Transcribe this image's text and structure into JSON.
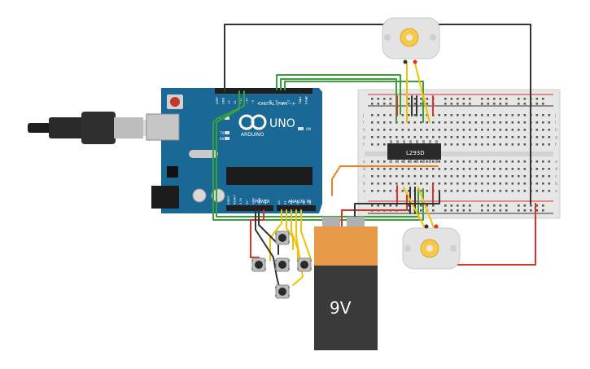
{
  "arduino": {
    "model": "UNO",
    "brand": "ARDUINO",
    "digital_header": "DIGITAL (PWM ~)",
    "power_label": "POWER",
    "analog_label": "ANALOG IN",
    "on_label": "ON",
    "tx_label": "TX",
    "rx_label": "RX",
    "l_label": "L",
    "digital_pins": [
      "AREF",
      "GND",
      "13",
      "12",
      "~11",
      "~10",
      "~9",
      "8",
      "7",
      "~6",
      "~5",
      "4",
      "~3",
      "2",
      "TX▶1",
      "RX◀0"
    ],
    "power_pins": [
      "IOREF",
      "RESET",
      "3.3V",
      "5V",
      "GND",
      "GND",
      "Vin"
    ],
    "analog_pins": [
      "A0",
      "A1",
      "A2",
      "A3",
      "A4",
      "A5"
    ]
  },
  "driver_chip": {
    "label": "L293D"
  },
  "battery": {
    "label": "9V"
  },
  "breadboard": {
    "row_letters_top": [
      "j",
      "i",
      "h",
      "g",
      "f"
    ],
    "row_letters_bottom": [
      "e",
      "d",
      "c",
      "b",
      "a"
    ]
  },
  "motors": [
    {
      "id": "motor-top"
    },
    {
      "id": "motor-bottom"
    }
  ],
  "buttons": [
    {
      "id": "button-up"
    },
    {
      "id": "button-left"
    },
    {
      "id": "button-center"
    },
    {
      "id": "button-right"
    },
    {
      "id": "button-down"
    }
  ],
  "colors": {
    "board": "#1a6896",
    "breadboard": "#e6e6e6",
    "wire_black": "#333333",
    "wire_red": "#d9342b",
    "wire_green": "#3aa13a",
    "wire_yellow": "#f2c200",
    "wire_orange": "#e8841a",
    "battery_top": "#e79a4a",
    "battery_body": "#3a3a3a"
  }
}
